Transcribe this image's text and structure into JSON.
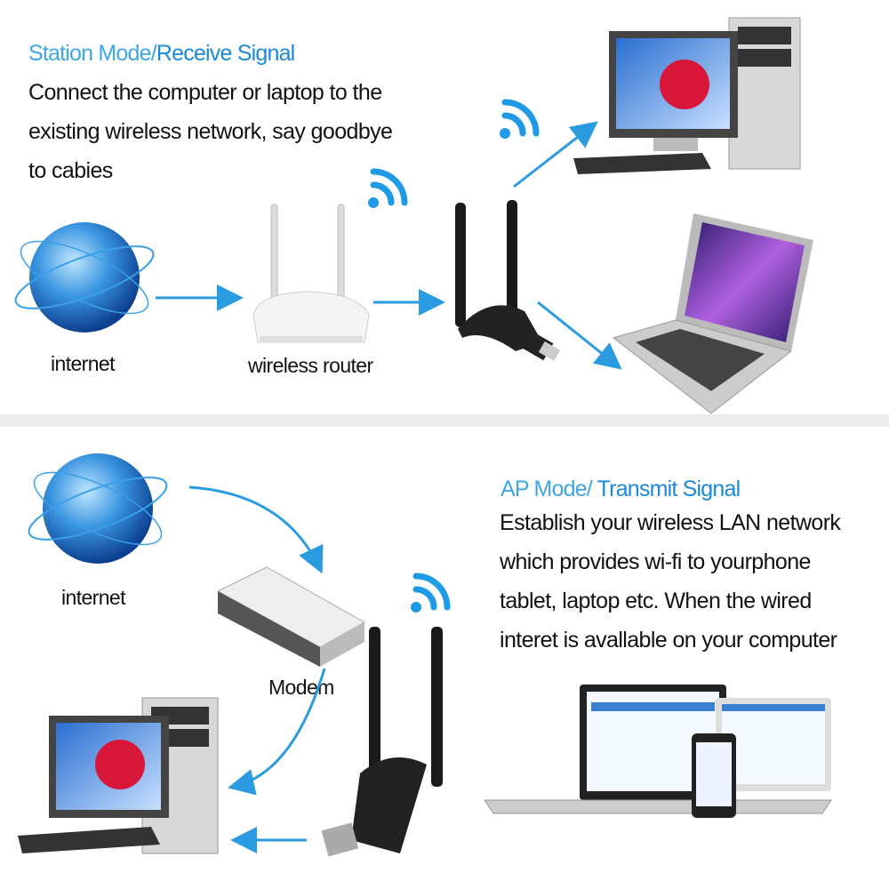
{
  "station": {
    "title_part1": "Station Mode/",
    "title_part2": "Receive Signal",
    "lines": [
      "Connect the computer or laptop to the",
      "existing wireless network, say goodbye",
      "to cabies"
    ],
    "labels": {
      "internet": "internet",
      "router": "wireless router"
    }
  },
  "ap": {
    "title_part1": "AP Mode/",
    "title_part2": " Transmit Signal",
    "lines": [
      "Establish your wireless LAN network",
      "which provides wi-fi to yourphone",
      "tablet, laptop etc. When the wired",
      "interet is avallable on your computer"
    ],
    "labels": {
      "internet": "internet",
      "modem": "Modem"
    }
  },
  "colors": {
    "accent": "#1a8ad8",
    "accent_light": "#3ea6e6",
    "arrow": "#2a9be0"
  }
}
